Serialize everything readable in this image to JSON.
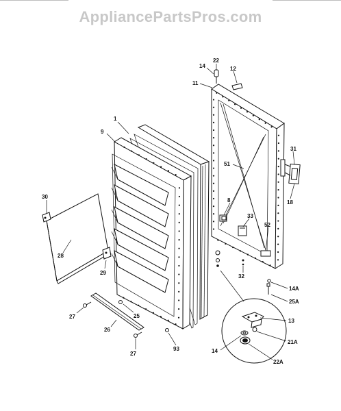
{
  "watermark": "AppliancePartsPros.com",
  "labels": {
    "l1": "1",
    "l9": "9",
    "l30": "30",
    "l28": "28",
    "l29": "29",
    "l27a": "27",
    "l27b": "27",
    "l26": "26",
    "l25": "25",
    "l93": "93",
    "l22": "22",
    "l14a": "14",
    "l12": "12",
    "l11": "11",
    "l31": "31",
    "l51": "51",
    "l18": "18",
    "l8": "8",
    "l33": "33",
    "l52": "52",
    "l32": "32",
    "l14A": "14A",
    "l25A": "25A",
    "l13": "13",
    "l14b": "14",
    "l21A": "21A",
    "l22A": "22A"
  }
}
